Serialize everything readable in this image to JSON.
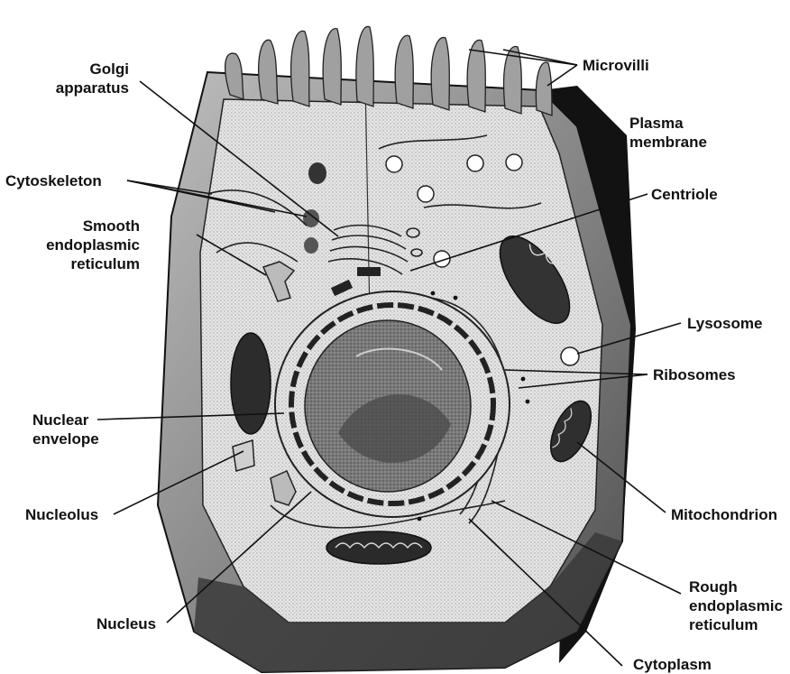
{
  "labels": {
    "golgi_line1": "Golgi",
    "golgi_line2": "apparatus",
    "microvilli": "Microvilli",
    "plasma_line1": "Plasma",
    "plasma_line2": "membrane",
    "cytoskeleton": "Cytoskeleton",
    "centriole": "Centriole",
    "smooth_er_line1": "Smooth",
    "smooth_er_line2": "endoplasmic",
    "smooth_er_line3": "reticulum",
    "lysosome": "Lysosome",
    "ribosomes": "Ribosomes",
    "nuclear_env_line1": "Nuclear",
    "nuclear_env_line2": "envelope",
    "nucleolus": "Nucleolus",
    "mitochondrion": "Mitochondrion",
    "rough_er_line1": "Rough",
    "rough_er_line2": "endoplasmic",
    "rough_er_line3": "reticulum",
    "nucleus": "Nucleus",
    "cytoplasm": "Cytoplasm"
  },
  "colors": {
    "outer_shell": "#5f5f5f",
    "shadow_side": "#111111",
    "cytoplasm_fill": "#ececec",
    "nucleus_fill": "#6f6f6f",
    "leader_lines": "#111111"
  }
}
